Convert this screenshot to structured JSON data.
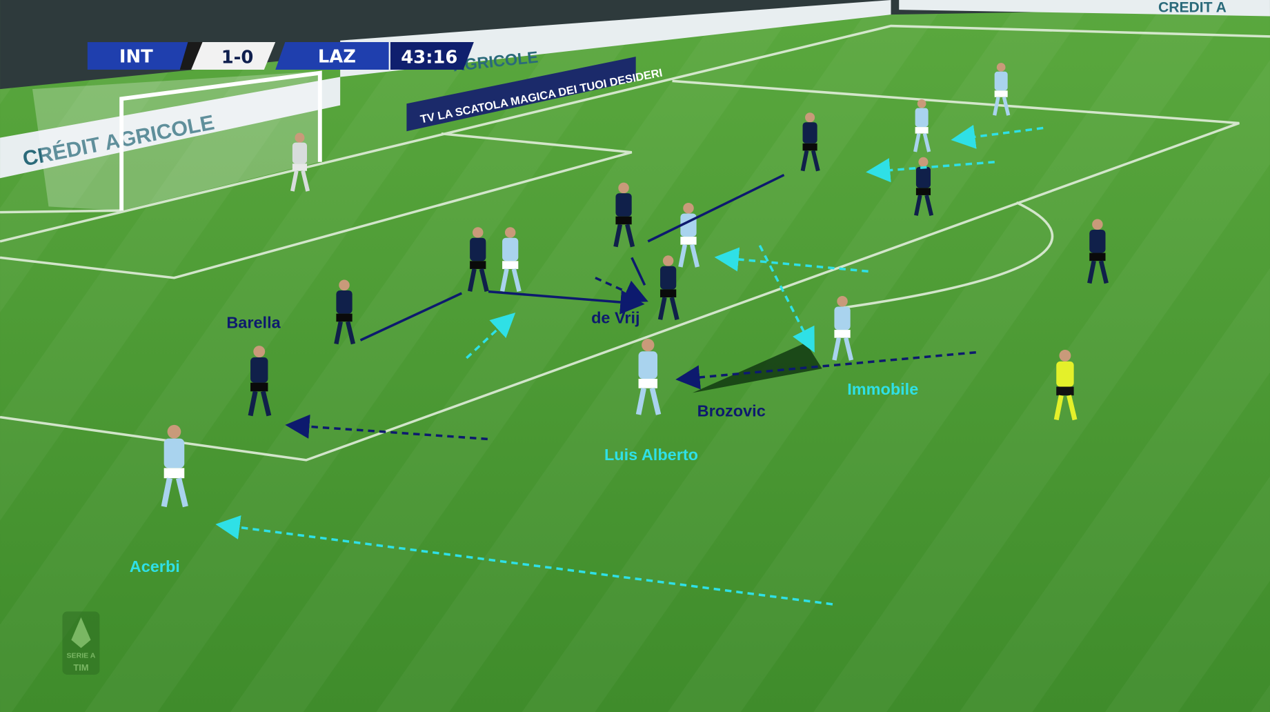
{
  "scoreboard": {
    "home": "INT",
    "score": "1-0",
    "away": "LAZ",
    "clock": "43:16"
  },
  "ads": {
    "board_main": "CRÉDIT AGRICOLE",
    "board_top": "AGRICOLE",
    "board_top_right": "CREDIT A",
    "board_tv": "TV LA SCATOLA MAGICA DEI TUOI DESIDERI",
    "tv_mark": "TV"
  },
  "labels": {
    "barella": "Barella",
    "de_vrij": "de Vrij",
    "brozovic": "Brozovic",
    "immobile": "Immobile",
    "luis_alberto": "Luis Alberto",
    "acerbi": "Acerbi"
  },
  "logo": {
    "league": "SERIE A",
    "sponsor": "TIM"
  },
  "colors": {
    "inter_annotation": "#0d1a6e",
    "lazio_annotation": "#2fe0e6",
    "pitch": "#4a9a34",
    "scoreboard": "#1f3fae"
  }
}
